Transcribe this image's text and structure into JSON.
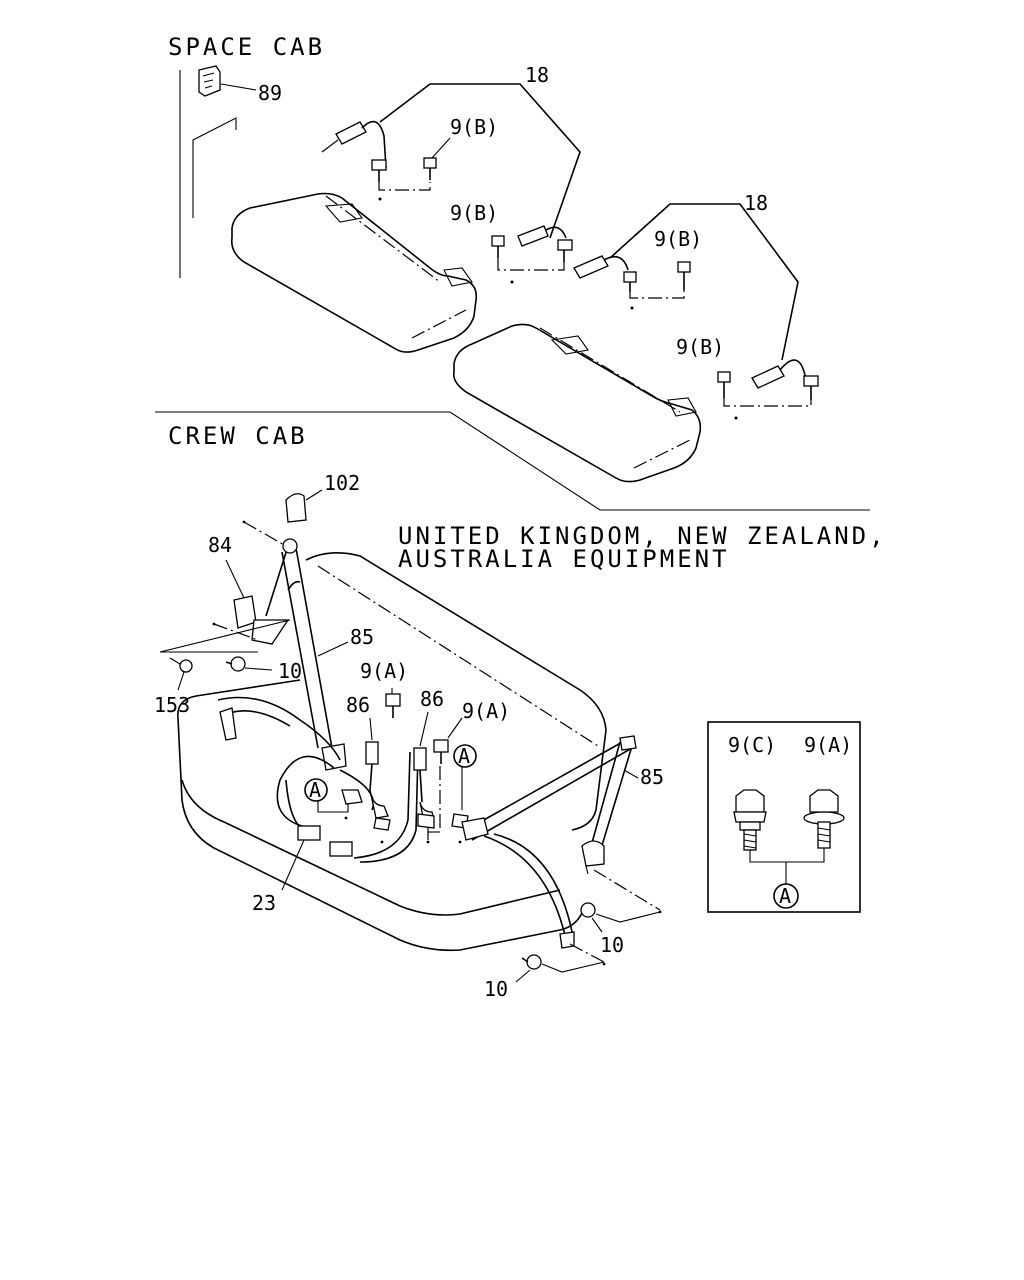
{
  "headers": {
    "space_cab": "SPACE CAB",
    "crew_cab": "CREW CAB",
    "equipment_line1": "UNITED KINGDOM, NEW ZEALAND,",
    "equipment_line2": "AUSTRALIA EQUIPMENT"
  },
  "callouts": {
    "p89": "89",
    "p18_left": "18",
    "p18_right": "18",
    "p9b_1": "9(B)",
    "p9b_2": "9(B)",
    "p9b_3": "9(B)",
    "p9b_4": "9(B)",
    "p102": "102",
    "p84": "84",
    "p85_left": "85",
    "p85_right": "85",
    "p10_a": "10",
    "p10_b": "10",
    "p10_c": "10",
    "p153": "153",
    "p86_a": "86",
    "p86_b": "86",
    "p9a_1": "9(A)",
    "p9a_2": "9(A)",
    "p23": "23",
    "circle_a_1": "A",
    "circle_a_2": "A"
  },
  "inset": {
    "label_left": "9(C)",
    "label_right": "9(A)",
    "group_label": "A"
  }
}
